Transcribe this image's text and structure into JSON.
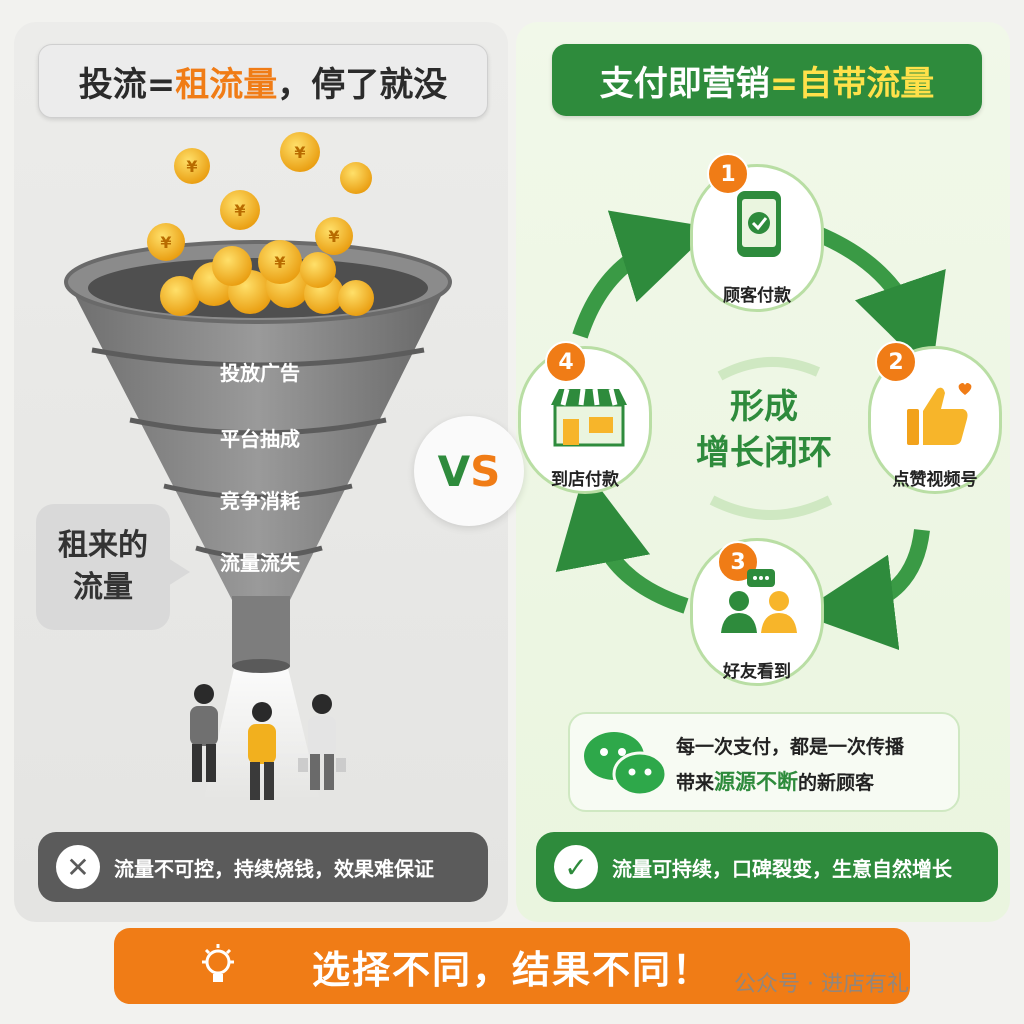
{
  "left": {
    "title_prefix": "投流=",
    "title_highlight": "租流量",
    "title_suffix": "，停了就没",
    "funnel_layers": [
      "投放广告",
      "平台抽成",
      "竞争消耗",
      "流量流失"
    ],
    "rent_bubble": {
      "line1": "租来的",
      "line2": "流量"
    },
    "status": {
      "icon": "close-icon",
      "glyph": "✕",
      "text": "流量不可控，持续烧钱，效果难保证"
    }
  },
  "vs": {
    "v": "V",
    "s": "S"
  },
  "right": {
    "title_prefix": "支付即营销",
    "title_highlight": "=自带流量",
    "loop_center": {
      "line1": "形成",
      "line2": "增长闭环"
    },
    "nodes": [
      {
        "num": "1",
        "label": "顾客付款",
        "icon": "phone-check-icon"
      },
      {
        "num": "2",
        "label": "点赞视频号",
        "icon": "thumbs-up-icon"
      },
      {
        "num": "3",
        "label": "好友看到",
        "icon": "friends-icon"
      },
      {
        "num": "4",
        "label": "到店付款",
        "icon": "store-icon"
      }
    ],
    "share": {
      "line1": "每一次支付，都是一次传播",
      "line2_prefix": "带来",
      "line2_highlight": "源源不断",
      "line2_suffix": "的新顾客",
      "icon": "wechat-icon"
    },
    "status": {
      "icon": "check-icon",
      "glyph": "✓",
      "text": "流量可持续，口碑裂变，生意自然增长"
    }
  },
  "bottom": {
    "text": "选择不同，结果不同！",
    "icon": "lightbulb-icon"
  },
  "watermark": "公众号 · 进店有礼",
  "colors": {
    "green": "#2e8b3c",
    "orange": "#f07c16",
    "grey": "#5b5b5b",
    "coin": "#f6b21b"
  }
}
